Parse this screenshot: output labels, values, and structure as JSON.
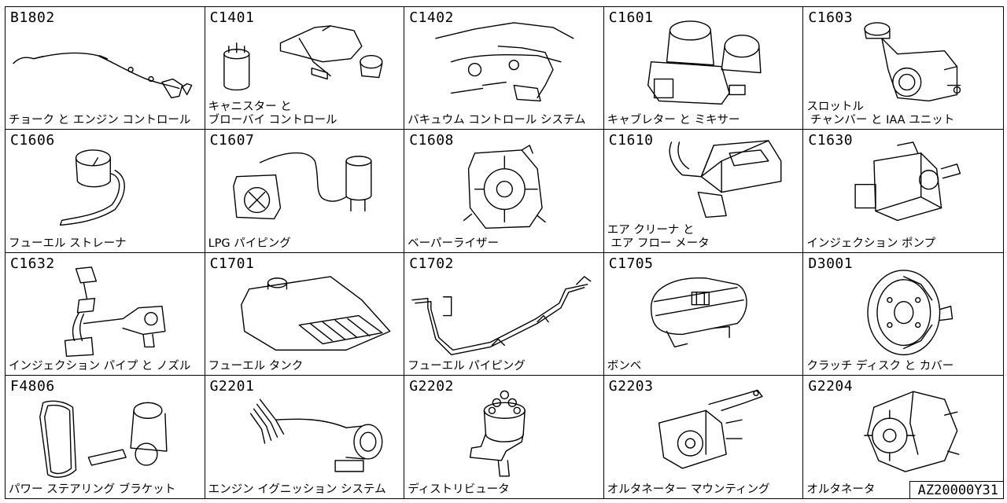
{
  "reference": "AZ20000Y31",
  "cells": [
    {
      "code": "B1802",
      "caption": "チョーク と エンジン コントロール",
      "icon": "cable-icon"
    },
    {
      "code": "C1401",
      "caption": "キャニスター と\nブローバイ コントロール",
      "icon": "canister-icon"
    },
    {
      "code": "C1402",
      "caption": "バキュウム コントロール システム",
      "icon": "vacuum-hose-icon"
    },
    {
      "code": "C1601",
      "caption": "キャブレター と ミキサー",
      "icon": "carburetor-icon"
    },
    {
      "code": "C1603",
      "caption": "スロットル\n チャンバー と IAA ユニット",
      "icon": "throttle-chamber-icon"
    },
    {
      "code": "C1606",
      "caption": "フューエル ストレーナ",
      "icon": "fuel-strainer-icon"
    },
    {
      "code": "C1607",
      "caption": "LPG パイピング",
      "icon": "lpg-piping-icon"
    },
    {
      "code": "C1608",
      "caption": "ベーパーライザー",
      "icon": "vaporizer-icon"
    },
    {
      "code": "C1610",
      "caption": "エア クリーナ と\n エア フロー メータ",
      "icon": "air-cleaner-icon"
    },
    {
      "code": "C1630",
      "caption": "インジェクション ポンプ",
      "icon": "injection-pump-icon"
    },
    {
      "code": "C1632",
      "caption": "インジェクション パイプ と ノズル",
      "icon": "injection-pipe-icon"
    },
    {
      "code": "C1701",
      "caption": "フューエル タンク",
      "icon": "fuel-tank-icon"
    },
    {
      "code": "C1702",
      "caption": "フューエル パイピング",
      "icon": "fuel-piping-icon"
    },
    {
      "code": "C1705",
      "caption": "ボンベ",
      "icon": "gas-cylinder-icon"
    },
    {
      "code": "D3001",
      "caption": "クラッチ ディスク と カバー",
      "icon": "clutch-disc-icon"
    },
    {
      "code": "F4806",
      "caption": "パワー ステアリング ブラケット",
      "icon": "power-steering-icon"
    },
    {
      "code": "G2201",
      "caption": "エンジン イグニッション システム",
      "icon": "ignition-coil-icon"
    },
    {
      "code": "G2202",
      "caption": "ディストリビュータ",
      "icon": "distributor-icon"
    },
    {
      "code": "G2203",
      "caption": "オルタネーター マウンティング",
      "icon": "alternator-mount-icon"
    },
    {
      "code": "G2204",
      "caption": "オルタネータ",
      "icon": "alternator-icon"
    }
  ]
}
